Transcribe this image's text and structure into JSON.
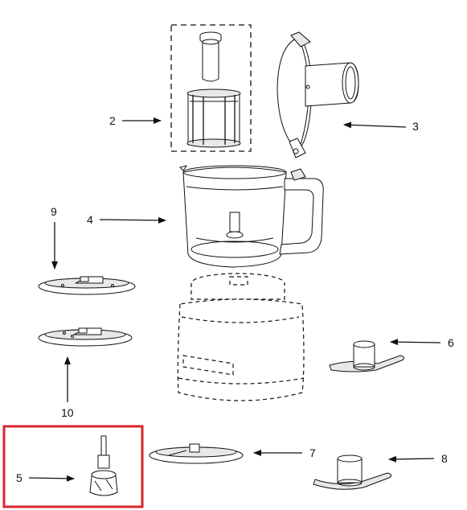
{
  "callouts": {
    "c2": "2",
    "c3": "3",
    "c4": "4",
    "c5": "5",
    "c6": "6",
    "c7": "7",
    "c8": "8",
    "c9": "9",
    "c10": "10"
  },
  "highlight": {
    "part": "5",
    "color": "#d9262c"
  },
  "colors": {
    "line": "#111111",
    "background": "#ffffff"
  }
}
